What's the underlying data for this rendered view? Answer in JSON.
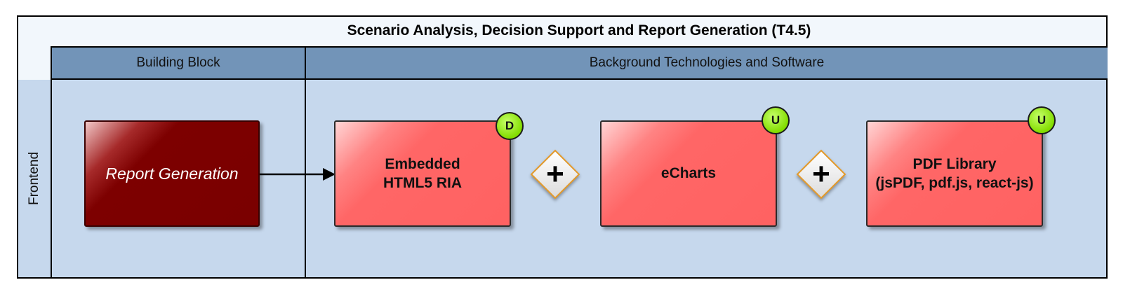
{
  "diagram": {
    "title": "Scenario Analysis, Decision Support and Report Generation (T4.5)",
    "columns": {
      "building_block": "Building Block",
      "background": "Background Technologies and Software"
    },
    "lane": "Frontend",
    "nodes": {
      "report_generation": "Report Generation",
      "embedded_html5": "Embedded\nHTML5 RIA",
      "echarts": "eCharts",
      "pdf_library": "PDF Library\n(jsPDF, pdf.js, react-js)"
    },
    "badges": {
      "embedded_html5": "D",
      "echarts": "U",
      "pdf_library": "U"
    },
    "gateway_symbol": "+",
    "colors": {
      "header": "#7294b8",
      "lane": "#c6d8ed",
      "task_dark": "#7d0000",
      "task_light": "#ff6666",
      "badge": "#83dd00",
      "gateway_border": "#e49a2a"
    }
  }
}
